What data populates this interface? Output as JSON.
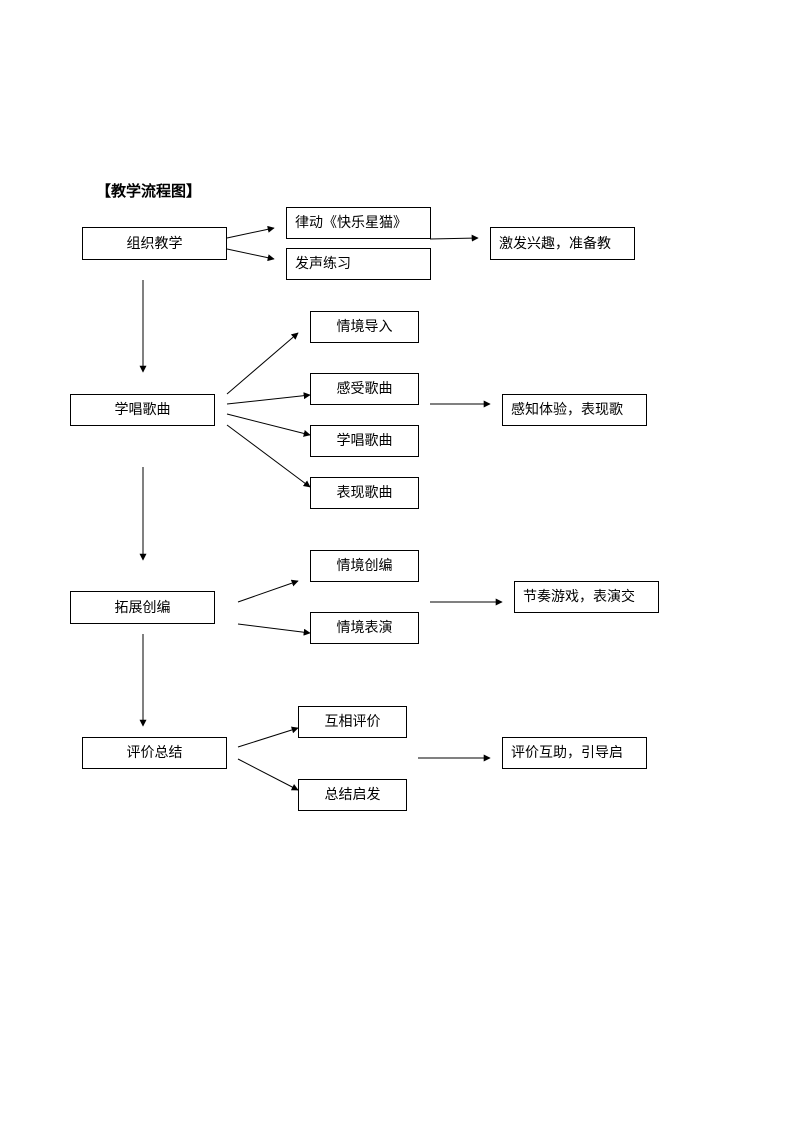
{
  "title": "【教学流程图】",
  "nodes": {
    "main_1": "组织教学",
    "main_2": "学唱歌曲",
    "main_3": "拓展创编",
    "main_4": "评价总结",
    "sub_1a": "律动《快乐星猫》",
    "sub_1b": "发声练习",
    "sub_2a": "情境导入",
    "sub_2b": "感受歌曲",
    "sub_2c": "学唱歌曲",
    "sub_2d": "表现歌曲",
    "sub_3a": "情境创编",
    "sub_3b": "情境表演",
    "sub_4a": "互相评价",
    "sub_4b": "总结启发",
    "goal_1": "激发兴趣，准备教",
    "goal_2": "感知体验，表现歌",
    "goal_3": "节奏游戏，表演交",
    "goal_4": "评价互助，引导启"
  },
  "colors": {
    "line": "#000000",
    "border": "#000000"
  }
}
